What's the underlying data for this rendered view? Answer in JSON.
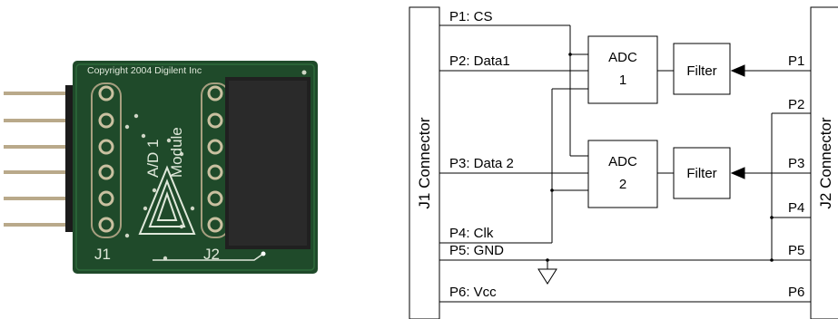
{
  "photo": {
    "board_color": "#1f4a2a",
    "silk_color": "#dfe8da",
    "copyright_text": "Copyright 2004 Digilent Inc",
    "module_line1": "A/D 1",
    "module_line2": "Module",
    "j1_label": "J1",
    "j2_label": "J2"
  },
  "schematic": {
    "j1_connector_label": "J1 Connector",
    "j2_connector_label": "J2 Connector",
    "j1_pins": [
      "P1: CS",
      "P2: Data1",
      "P3: Data 2",
      "P4: Clk",
      "P5: GND",
      "P6: Vcc"
    ],
    "j2_pins": [
      "P1",
      "P2",
      "P3",
      "P4",
      "P5",
      "P6"
    ],
    "adc1": {
      "line1": "ADC",
      "line2": "1"
    },
    "adc2": {
      "line1": "ADC",
      "line2": "2"
    },
    "filter1_label": "Filter",
    "filter2_label": "Filter"
  }
}
